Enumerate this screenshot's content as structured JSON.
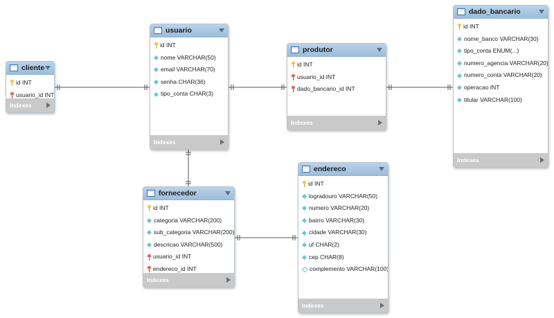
{
  "entities": [
    {
      "name": "cliente",
      "indexes_label": "Indexes",
      "columns": [
        {
          "text": "id INT",
          "icon": "primary-key-icon"
        },
        {
          "text": "usuario_id INT",
          "icon": "foreign-key-icon"
        }
      ]
    },
    {
      "name": "usuario",
      "indexes_label": "Indexes",
      "columns": [
        {
          "text": "id INT",
          "icon": "primary-key-icon"
        },
        {
          "text": "nome VARCHAR(50)",
          "icon": "column-diamond-icon"
        },
        {
          "text": "email VARCHAR(70)",
          "icon": "column-diamond-icon"
        },
        {
          "text": "senha CHAR(36)",
          "icon": "column-diamond-icon"
        },
        {
          "text": "tipo_conta CHAR(3)",
          "icon": "column-diamond-icon"
        }
      ]
    },
    {
      "name": "produtor",
      "indexes_label": "Indexes",
      "columns": [
        {
          "text": "id INT",
          "icon": "primary-key-icon"
        },
        {
          "text": "usuario_id INT",
          "icon": "foreign-key-icon"
        },
        {
          "text": "dado_bancario_id INT",
          "icon": "foreign-key-icon"
        }
      ]
    },
    {
      "name": "dado_bancario",
      "indexes_label": "Indexes",
      "columns": [
        {
          "text": "id INT",
          "icon": "primary-key-icon"
        },
        {
          "text": "nome_banco VARCHAR(30)",
          "icon": "column-diamond-icon"
        },
        {
          "text": "tipo_conta ENUM(...)",
          "icon": "column-diamond-icon"
        },
        {
          "text": "numero_agencia VARCHAR(20)",
          "icon": "column-diamond-icon"
        },
        {
          "text": "numero_conta VARCHAR(20)",
          "icon": "column-diamond-icon"
        },
        {
          "text": "operacao INT",
          "icon": "column-diamond-icon"
        },
        {
          "text": "titular VARCHAR(100)",
          "icon": "column-diamond-icon"
        }
      ]
    },
    {
      "name": "fornecedor",
      "indexes_label": "Indexes",
      "columns": [
        {
          "text": "id INT",
          "icon": "primary-key-icon"
        },
        {
          "text": "categoria VARCHAR(200)",
          "icon": "column-diamond-icon"
        },
        {
          "text": "sub_categoria VARCHAR(200)",
          "icon": "column-diamond-icon"
        },
        {
          "text": "descricao VARCHAR(500)",
          "icon": "column-diamond-icon"
        },
        {
          "text": "usuario_id INT",
          "icon": "foreign-key-icon"
        },
        {
          "text": "endereco_id INT",
          "icon": "foreign-key-icon"
        }
      ]
    },
    {
      "name": "endereco",
      "indexes_label": "Indexes",
      "columns": [
        {
          "text": "id INT",
          "icon": "primary-key-icon"
        },
        {
          "text": "logradouro VARCHAR(50)",
          "icon": "column-diamond-icon"
        },
        {
          "text": "numero VARCHAR(20)",
          "icon": "column-diamond-icon"
        },
        {
          "text": "bairro VARCHAR(30)",
          "icon": "column-diamond-icon"
        },
        {
          "text": "cidade VARCHAR(30)",
          "icon": "column-diamond-icon"
        },
        {
          "text": "uf CHAR(2)",
          "icon": "column-diamond-icon"
        },
        {
          "text": "cep CHAR(8)",
          "icon": "column-diamond-icon"
        },
        {
          "text": "complemento VARCHAR(100)",
          "icon": "nullable-diamond-icon"
        }
      ]
    }
  ],
  "relationships": [
    {
      "from": "cliente",
      "to": "usuario",
      "type": "one-to-one"
    },
    {
      "from": "usuario",
      "to": "produtor",
      "type": "one-to-one"
    },
    {
      "from": "produtor",
      "to": "dado_bancario",
      "type": "one-to-one"
    },
    {
      "from": "usuario",
      "to": "fornecedor",
      "type": "one-to-one"
    },
    {
      "from": "fornecedor",
      "to": "endereco",
      "type": "one-to-one"
    }
  ],
  "colors": {
    "header": "#a9c7e3",
    "indexes_bar": "#c9c9c9",
    "connector": "#555555"
  }
}
